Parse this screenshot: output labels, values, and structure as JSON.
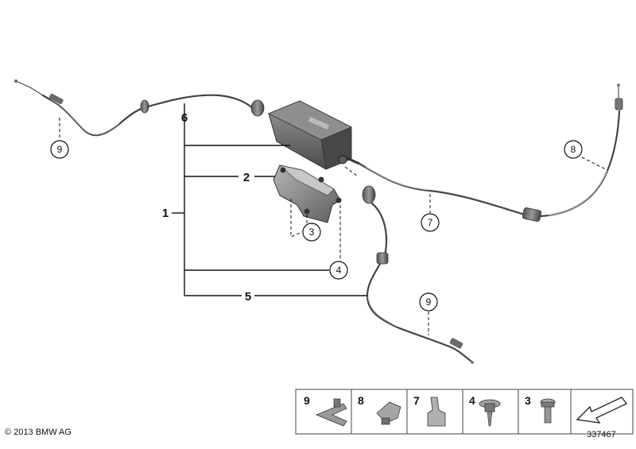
{
  "callouts": {
    "c1": "1",
    "c2": "2",
    "c3": "3",
    "c4": "4",
    "c5": "5",
    "c6": "6",
    "c7": "7",
    "c8": "8",
    "c9a": "9",
    "c9b": "9"
  },
  "parts_key": [
    "9",
    "8",
    "7",
    "4",
    "3"
  ],
  "footer": {
    "copyright": "© 2013 BMW AG",
    "reference": "337467"
  },
  "colors": {
    "line": "#111111",
    "cable": "#444444",
    "actuator": "#6a6a6a",
    "bracket": "#8c8c8c",
    "key_border": "#444444"
  }
}
